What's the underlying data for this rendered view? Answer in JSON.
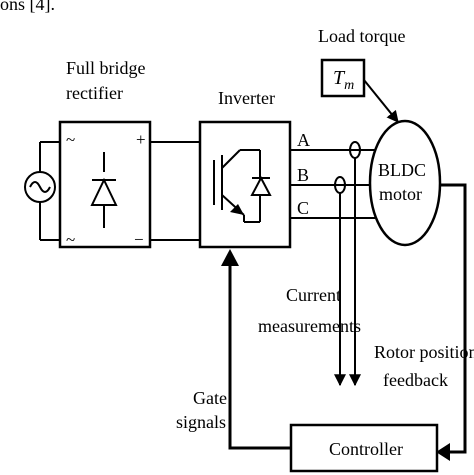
{
  "caption_fragment": "ons [4].",
  "labels": {
    "load_torque": "Load torque",
    "torque_symbol": "T",
    "torque_sub": "m",
    "rectifier_line1": "Full bridge",
    "rectifier_line2": "rectifier",
    "inverter": "Inverter",
    "phase_a": "A",
    "phase_b": "B",
    "phase_c": "C",
    "motor_line1": "BLDC",
    "motor_line2": "motor",
    "current_line1": "Current",
    "current_line2": "measurements",
    "rotor_line1": "Rotor position",
    "rotor_line2": "feedback",
    "gate_line1": "Gate",
    "gate_line2": "signals",
    "controller": "Controller",
    "rect_ac_top": "~",
    "rect_ac_bottom": "~",
    "rect_plus": "+",
    "rect_minus": "−"
  }
}
